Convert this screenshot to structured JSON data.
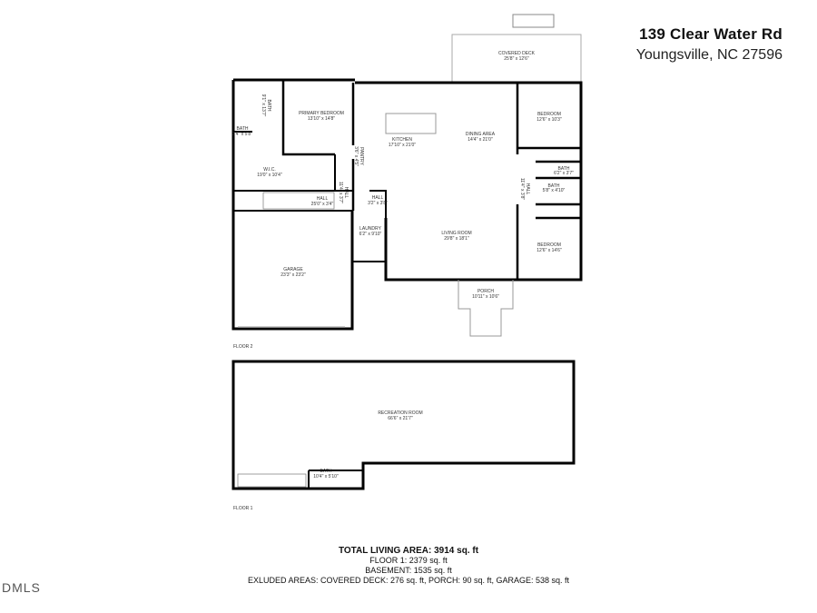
{
  "header": {
    "street": "139 Clear Water Rd",
    "city": "Youngsville, NC 27596"
  },
  "floors": {
    "upper_label": "FLOOR 2",
    "lower_label": "FLOOR 1"
  },
  "rooms": {
    "covered_deck": {
      "name": "COVERED DECK",
      "dims": "25'8\" x 12'6\""
    },
    "primary_bedroom": {
      "name": "PRIMARY BEDROOM",
      "dims": "13'10\" x 14'8\""
    },
    "bath_primary": {
      "name": "BATH",
      "dims": "9'1\" x 13'7\""
    },
    "bath_small": {
      "name": "BATH",
      "dims": "3'4\" x 5'8\""
    },
    "wic": {
      "name": "W.I.C.",
      "dims": "19'0\" x 10'4\""
    },
    "pantry": {
      "name": "PANTRY",
      "dims": "3'6\" x 4'5\""
    },
    "hall_1": {
      "name": "HALL",
      "dims": "25'0\" x 3'4\""
    },
    "hall_2": {
      "name": "HALL",
      "dims": "11'4\" x 3'7\""
    },
    "hall_3": {
      "name": "HALL",
      "dims": "3'2\" x 3'8\""
    },
    "kitchen": {
      "name": "KITCHEN",
      "dims": "17'10\" x 21'0\""
    },
    "dining": {
      "name": "DINING AREA",
      "dims": "14'4\" x 21'0\""
    },
    "laundry": {
      "name": "LAUNDRY",
      "dims": "6'2\" x 9'10\""
    },
    "living": {
      "name": "LIVING ROOM",
      "dims": "29'8\" x 18'1\""
    },
    "bedroom_1": {
      "name": "BEDROOM",
      "dims": "12'6\" x 10'3\""
    },
    "bath_2": {
      "name": "BATH",
      "dims": "6'2\" x 3'7\""
    },
    "bath_3": {
      "name": "BATH",
      "dims": "5'8\" x 4'10\""
    },
    "hall_4": {
      "name": "HALL",
      "dims": "11'4\" x 3'8\""
    },
    "bedroom_2": {
      "name": "BEDROOM",
      "dims": "12'6\" x 14'6\""
    },
    "garage": {
      "name": "GARAGE",
      "dims": "23'3\" x 23'2\""
    },
    "porch": {
      "name": "PORCH",
      "dims": "10'11\" x 10'6\""
    },
    "recreation": {
      "name": "RECREATION ROOM",
      "dims": "66'6\" x 21'7\""
    },
    "bath_lower": {
      "name": "BATH",
      "dims": "10'4\" x 5'10\""
    }
  },
  "summary": {
    "total": "TOTAL LIVING AREA: 3914 sq. ft",
    "floor1": "FLOOR 1: 2379 sq. ft",
    "basement": "BASEMENT: 1535 sq. ft",
    "excluded": "EXLUDED AREAS: COVERED DECK: 276 sq. ft, PORCH: 90 sq. ft, GARAGE: 538 sq. ft"
  },
  "logo": {
    "text": "DMLS"
  }
}
